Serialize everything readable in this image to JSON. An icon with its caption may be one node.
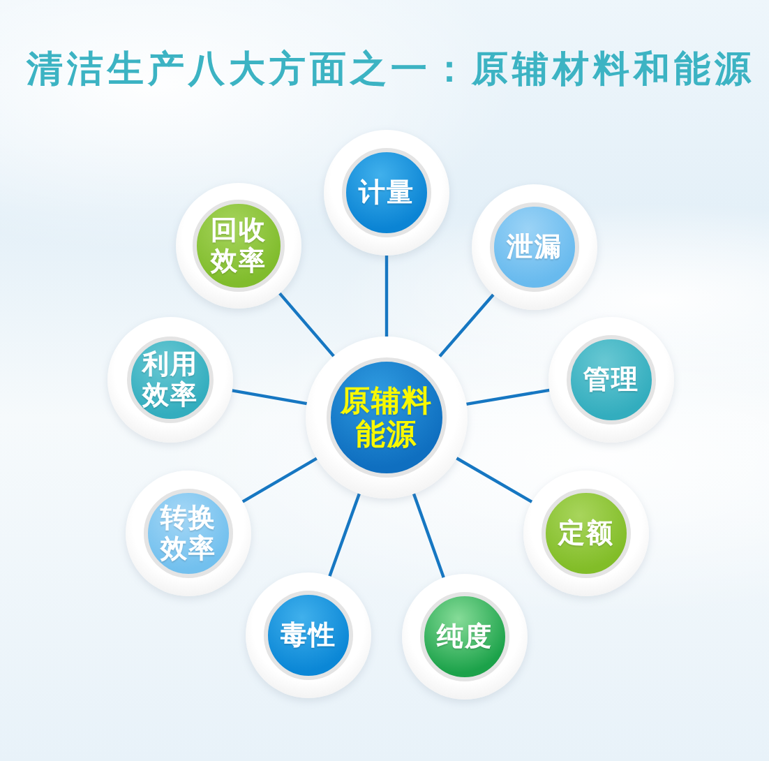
{
  "diagram": {
    "title": "清洁生产八大方面之一：原辅材料和能源",
    "nodes": [
      {
        "text": [
          "原辅料能源"
        ]
      },
      {
        "text": [
          "计量"
        ]
      },
      {
        "text": [
          "泄漏"
        ]
      },
      {
        "text": [
          "管理"
        ]
      },
      {
        "text": [
          "定额"
        ]
      },
      {
        "text": [
          "纯度"
        ]
      },
      {
        "text": [
          "毒性"
        ]
      },
      {
        "text": [
          "转换效率"
        ]
      },
      {
        "text": [
          "利用效率"
        ]
      },
      {
        "text": [
          "回收效率"
        ]
      }
    ],
    "edges": [
      {
        "from": 0,
        "to": 1,
        "arrow": "none"
      },
      {
        "from": 0,
        "to": 2,
        "arrow": "none"
      },
      {
        "from": 0,
        "to": 3,
        "arrow": "none"
      },
      {
        "from": 0,
        "to": 4,
        "arrow": "none"
      },
      {
        "from": 0,
        "to": 5,
        "arrow": "none"
      },
      {
        "from": 0,
        "to": 6,
        "arrow": "none"
      },
      {
        "from": 0,
        "to": 7,
        "arrow": "none"
      },
      {
        "from": 0,
        "to": 8,
        "arrow": "none"
      },
      {
        "from": 0,
        "to": 9,
        "arrow": "none"
      }
    ]
  }
}
